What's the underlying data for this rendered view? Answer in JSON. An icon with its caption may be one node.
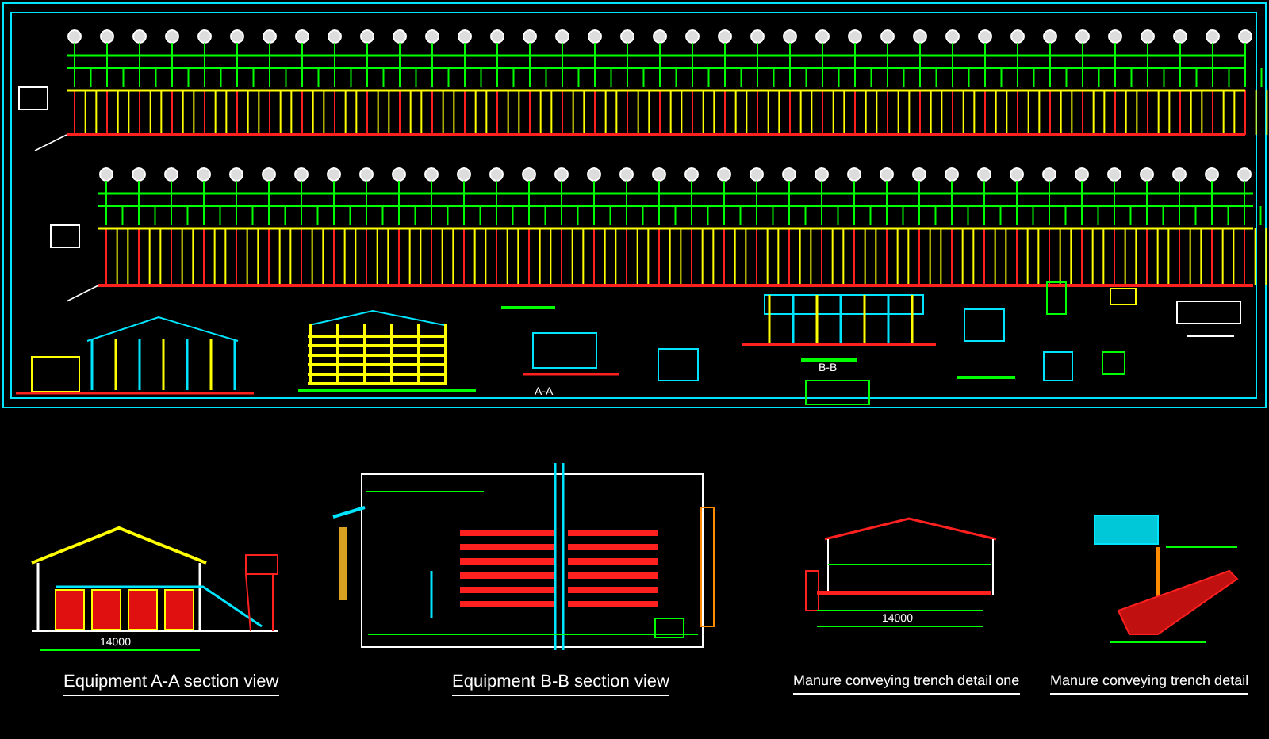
{
  "diagram": {
    "labels": [
      "A-A",
      "B-B",
      "14000",
      "14000",
      "Equipment A-A section view",
      "Equipment B-B section view",
      "Manure conveying trench detail one",
      "Manure conveying trench detail"
    ]
  }
}
